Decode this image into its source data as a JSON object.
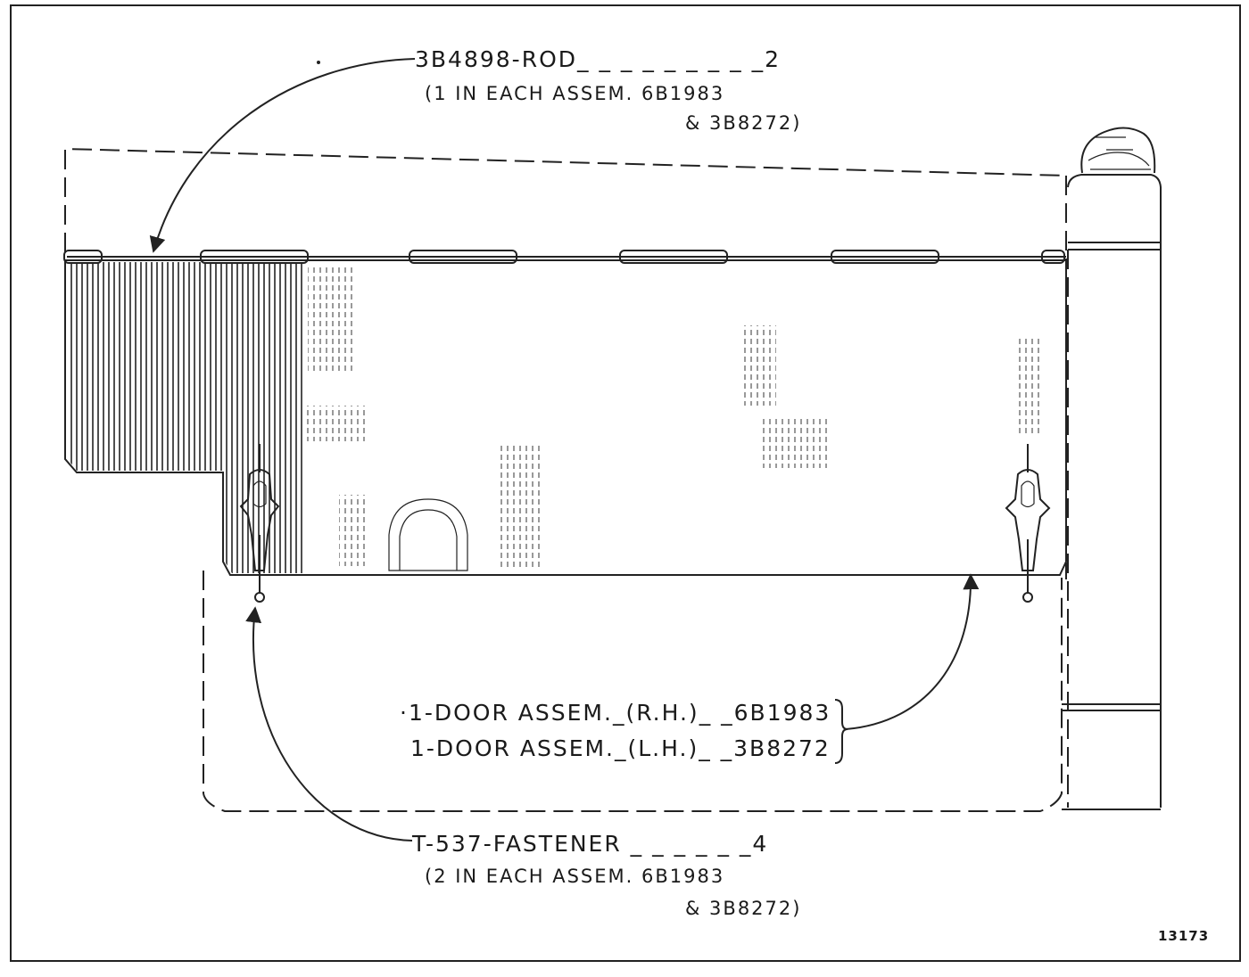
{
  "callouts": {
    "rod": {
      "line1": "3B4898-ROD_ _ _ _ _ _ _ _ _2",
      "line2": "(1 IN EACH ASSEM. 6B1983",
      "line3": "& 3B8272)"
    },
    "door": {
      "line1": "·1-DOOR ASSEM._(R.H.)_ _6B1983",
      "line2": "1-DOOR ASSEM._(L.H.)_ _3B8272"
    },
    "fastener": {
      "line1": "T-537-FASTENER _ _ _ _ _ _4",
      "line2": "(2 IN EACH ASSEM. 6B1983",
      "line3": "& 3B8272)"
    }
  },
  "figure_number": "13173"
}
